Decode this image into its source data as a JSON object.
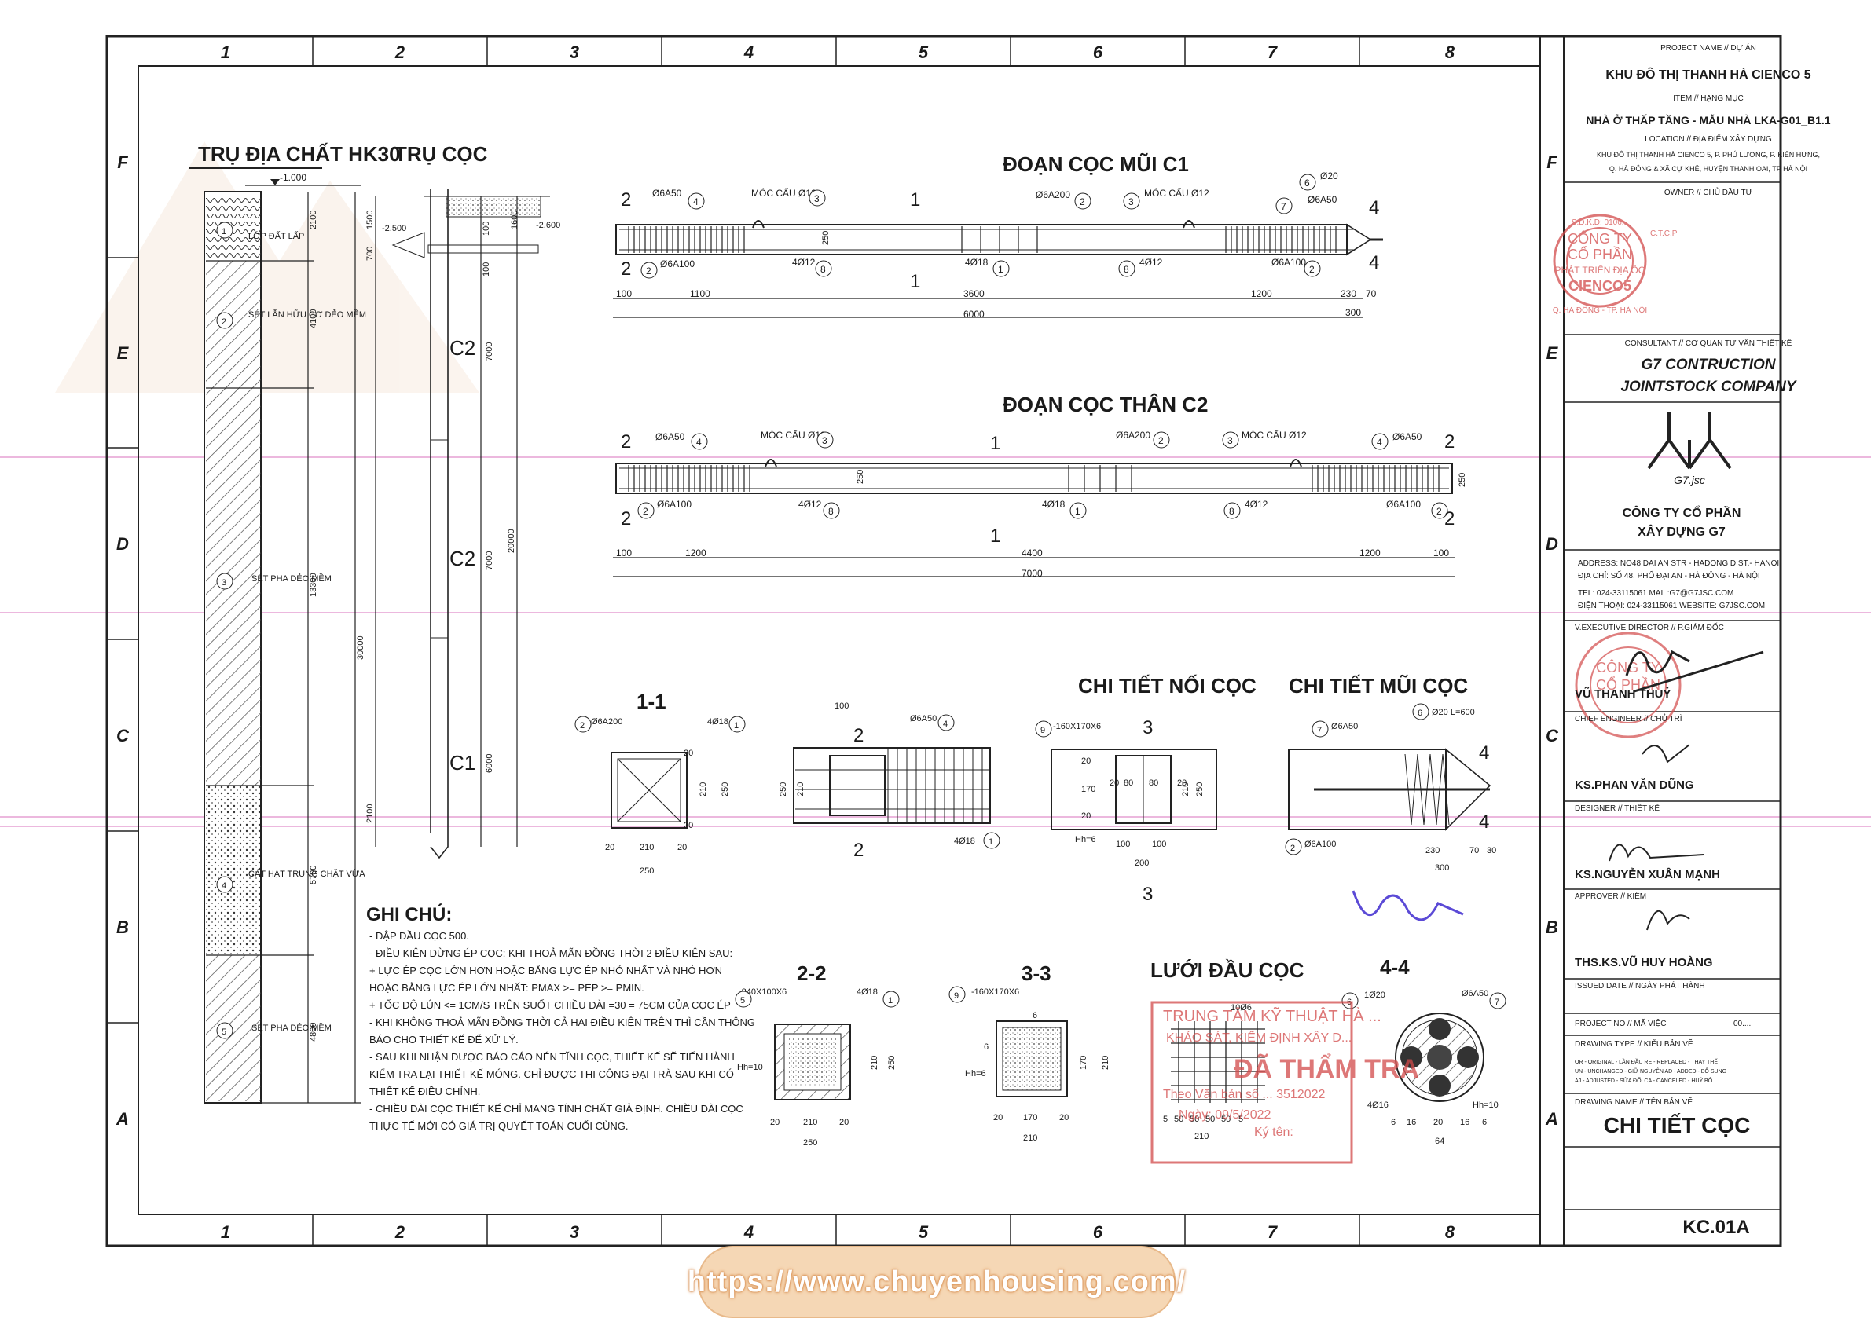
{
  "grid": {
    "cols": [
      "1",
      "2",
      "3",
      "4",
      "5",
      "6",
      "7",
      "8"
    ],
    "rows": [
      "F",
      "E",
      "D",
      "C",
      "B",
      "A"
    ]
  },
  "titles": {
    "borehole": "TRỤ ĐỊA CHẤT HK30",
    "pile": "TRỤ CỌC",
    "tip_segment": "ĐOẠN CỌC MŨI C1",
    "body_segment": "ĐOẠN CỌC THÂN C2",
    "joint_detail": "CHI TIẾT NỐI CỌC",
    "tip_detail": "CHI TIẾT MŨI CỌC",
    "head_mesh": "LƯỚI ĐẦU CỌC",
    "sec11": "1-1",
    "sec22": "2-2",
    "sec33": "3-3",
    "sec44": "4-4"
  },
  "borehole": {
    "top_level": "-1.000",
    "layers": [
      {
        "no": "1",
        "name": "LỚP ĐẤT LẤP",
        "thick": "2100"
      },
      {
        "no": "2",
        "name": "SÉT LẪN HỮU CƠ DẺO MỀM",
        "thick": "4100"
      },
      {
        "no": "3",
        "name": "SÉT PHA DẺO MỀM",
        "thick": "13300"
      },
      {
        "no": "4",
        "name": "CÁT HẠT TRUNG CHẶT VỪA",
        "thick": "5700"
      },
      {
        "no": "5",
        "name": "SÉT PHA DẺO MỀM",
        "thick": "4800"
      }
    ],
    "total": "30000"
  },
  "pile_column": {
    "lv1": "-2.500",
    "lv2": "-2.600",
    "d1500": "1500",
    "d700": "700",
    "d100a": "100",
    "d100b": "100",
    "d1600": "1600",
    "seg": [
      "C2",
      "C2",
      "C1"
    ],
    "seg_len": [
      "7000",
      "7000",
      "6000"
    ],
    "total": "20000",
    "d2100": "2100"
  },
  "tip_beam": {
    "labels": [
      "Ø6A50",
      "MÓC CẨU Ø12",
      "Ø6A200",
      "MÓC CẨU Ø12",
      "Ø6A50",
      "Ø20",
      "Ø6A100",
      "4Ø12",
      "4Ø18",
      "4Ø12",
      "Ø6A100",
      "250"
    ],
    "balloons": [
      "4",
      "3",
      "2",
      "3",
      "6",
      "7",
      "2",
      "8",
      "1",
      "8",
      "2"
    ],
    "dims": [
      "100",
      "1100",
      "3600",
      "1200",
      "230",
      "70",
      "300",
      "6000"
    ],
    "cut": [
      "1",
      "1",
      "4",
      "4",
      "2",
      "2"
    ]
  },
  "body_beam": {
    "labels": [
      "Ø6A50",
      "MÓC CẨU Ø12",
      "Ø6A200",
      "MÓC CẨU Ø12",
      "Ø6A50",
      "Ø6A100",
      "4Ø12",
      "4Ø18",
      "4Ø12",
      "Ø6A100",
      "250",
      "250"
    ],
    "balloons": [
      "4",
      "3",
      "2",
      "3",
      "4",
      "2",
      "8",
      "1",
      "8",
      "2"
    ],
    "dims": [
      "100",
      "1200",
      "4400",
      "1200",
      "100",
      "7000"
    ],
    "cut": [
      "1",
      "1",
      "2",
      "2",
      "2",
      "2"
    ]
  },
  "sections": {
    "s11": {
      "labels": [
        "Ø6A200",
        "4Ø18",
        "210",
        "250",
        "210",
        "250",
        "20",
        "20",
        "20",
        "20"
      ],
      "b": [
        "2",
        "1"
      ]
    },
    "s_side": {
      "labels": [
        "100",
        "Ø6A50",
        "250",
        "210",
        "4Ø18",
        "2",
        "2"
      ],
      "b": [
        "4",
        "1"
      ]
    },
    "joint": {
      "labels": [
        "-160X170X6",
        "20",
        "170",
        "20",
        "20",
        "80",
        "80",
        "20",
        "250",
        "210",
        "Hh=6",
        "100",
        "100",
        "200",
        "3",
        "3"
      ],
      "b": [
        "9"
      ]
    },
    "tipd": {
      "labels": [
        "Ø6A50",
        "Ø20 L=600",
        "Ø6A100",
        "230",
        "70",
        "30",
        "300",
        "4",
        "4"
      ],
      "b": [
        "7",
        "6",
        "2"
      ]
    },
    "s22": {
      "labels": [
        "-840X100X6",
        "4Ø18",
        "Hh=10",
        "210",
        "250",
        "210",
        "250",
        "20",
        "20"
      ],
      "b": [
        "5",
        "1"
      ]
    },
    "s33": {
      "labels": [
        "-160X170X6",
        "6",
        "6",
        "Hh=6",
        "170",
        "210",
        "170",
        "210",
        "20",
        "20"
      ],
      "b": [
        "9"
      ]
    },
    "mesh": {
      "labels": [
        "10Ø6",
        "5",
        "50",
        "50",
        "50",
        "50",
        "5",
        "210"
      ]
    },
    "s44": {
      "labels": [
        "1Ø20",
        "Ø6A50",
        "4Ø16",
        "Hh=10",
        "6",
        "16",
        "20",
        "16",
        "6",
        "64"
      ],
      "b": [
        "6",
        "7"
      ]
    }
  },
  "notes": {
    "title": "GHI CHÚ:",
    "lines": [
      "- ĐẬP ĐẦU CỌC 500.",
      "- ĐIỀU KIỆN DỪNG ÉP CỌC: KHI THOẢ MÃN ĐỒNG THỜI 2 ĐIỀU KIỆN SAU:",
      "   + LỰC ÉP CỌC LỚN HƠN HOẶC BẰNG LỰC ÉP NHỎ NHẤT VÀ NHỎ HƠN",
      "      HOẶC BẰNG LỰC ÉP LỚN NHẤT: PMAX >= PEP >= PMIN.",
      "   + TỐC ĐỘ LÚN <= 1CM/S TRÊN SUỐT CHIỀU DÀI =30 = 75CM CỦA CỌC ÉP",
      "- KHI KHÔNG THOẢ MÃN ĐỒNG THỜI CẢ HAI ĐIỀU KIỆN TRÊN THÌ CẦN THÔNG",
      "   BÁO CHO THIẾT KẾ ĐỂ XỬ LÝ.",
      "- SAU KHI NHẬN ĐƯỢC BÁO CÁO NÉN TĨNH CỌC, THIẾT KẾ SẼ TIẾN HÀNH",
      "   KIỂM TRA LẠI THIẾT KẾ MÓNG. CHỈ ĐƯỢC THI CÔNG ĐẠI TRÀ SAU KHI CÓ",
      "   THIẾT KẾ ĐIỀU CHỈNH.",
      "- CHIỀU DÀI CỌC THIẾT KẾ CHỈ MANG TÍNH CHẤT GIẢ ĐỊNH. CHIỀU DÀI CỌC",
      "   THỰC TẾ MỚI CÓ GIÁ TRỊ QUYẾT TOÁN CUỐI CÙNG."
    ]
  },
  "title_block": {
    "project_h": "PROJECT NAME // DỰ ÁN",
    "project": "KHU ĐÔ THỊ THANH HÀ CIENCO 5",
    "item_h": "ITEM // HẠNG MỤC",
    "item": "NHÀ Ở THẤP TẦNG - MẪU NHÀ LKA-G01_B1.1",
    "loc_h": "LOCATION // ĐỊA ĐIỂM XÂY DỰNG",
    "loc1": "KHU ĐÔ THỊ THANH HÀ CIENCO 5, P. PHÚ LƯƠNG, P. KIẾN HƯNG,",
    "loc2": "Q. HÀ ĐÔNG & XÃ CỰ KHÊ, HUYỆN THANH OAI, TP HÀ NỘI",
    "owner_h": "OWNER // CHỦ ĐẦU TƯ",
    "consult_h": "CONSULTANT // CƠ QUAN TƯ VẤN THIẾT KẾ",
    "consult1": "G7 CONTRUCTION",
    "consult2": "JOINTSTOCK COMPANY",
    "logo_txt": "G7.jsc",
    "co1": "CÔNG TY CỔ PHẦN",
    "co2": "XÂY DỰNG G7",
    "addr1": "ADDRESS:    NO48 DAI AN STR - HADONG DIST.- HANOI",
    "addr2": "ĐỊA CHỈ:      SỐ 48, PHỐ ĐẠI AN - HÀ ĐÔNG - HÀ NỘI",
    "tel1": "TEL:             024-33115061   MAIL:G7@G7JSC.COM",
    "tel2": "ĐIỆN THOẠI: 024-33115061   WEBSITE:   G7JSC.COM",
    "dir_h": "V.EXECUTIVE DIRECTOR // P.GIÁM ĐỐC",
    "dir": "VŨ THANH THUỶ",
    "chief_h": "CHIEF ENGINEER // CHỦ TRÌ",
    "chief": "KS.PHAN VĂN DŨNG",
    "des_h": "DESIGNER // THIẾT KẾ",
    "des": "KS.NGUYỄN XUÂN MẠNH",
    "app_h": "APPROVER // KIỂM",
    "app": "THS.KS.VŨ HUY HOÀNG",
    "iss_h": "ISSUED DATE // NGÀY PHÁT HÀNH",
    "pno_h": "PROJECT NO // MÃ VIỆC",
    "pno": "00....",
    "dtype_h": "DRAWING TYPE // KIỂU BẢN VẼ",
    "dt1": "OR - ORIGINAL  - LẦN ĐẦU       RE - REPLACED  - THAY THẾ",
    "dt2": "UN - UNCHANGED - GIỮ NGUYÊN    AD - ADDED     - BỔ SUNG",
    "dt3": "AJ - ADJUSTED  - SỬA ĐỔI       CA - CANCELED  - HUỶ BỎ",
    "dname_h": "DRAWING NAME // TÊN BẢN VẼ",
    "dname": "CHI TIẾT CỌC",
    "code": "KC.01A"
  },
  "stamps": {
    "s1": [
      "CÔNG TY",
      "CỔ PHẦN",
      "PHÁT TRIỂN ĐỊA ỐC",
      "CIENCO5",
      "S.Đ.K.D: 0106...",
      "C.T.C.P",
      "Q. HÀ ĐÔNG - TP. HÀ NỘI"
    ],
    "s2": [
      "CÔNG TY",
      "CỔ PHẦN"
    ],
    "rect": [
      "TRUNG TÂM KỸ THUẬT HÀ ...",
      "KHẢO SÁT, KIỂM ĐỊNH XÂY D...",
      "ĐÃ THẨM TRA",
      "Theo Văn bản số ... 3512022",
      "Ngày: 09/5/2022",
      "Ký tên:"
    ]
  },
  "url": "https://www.chuyenhousing.com/"
}
